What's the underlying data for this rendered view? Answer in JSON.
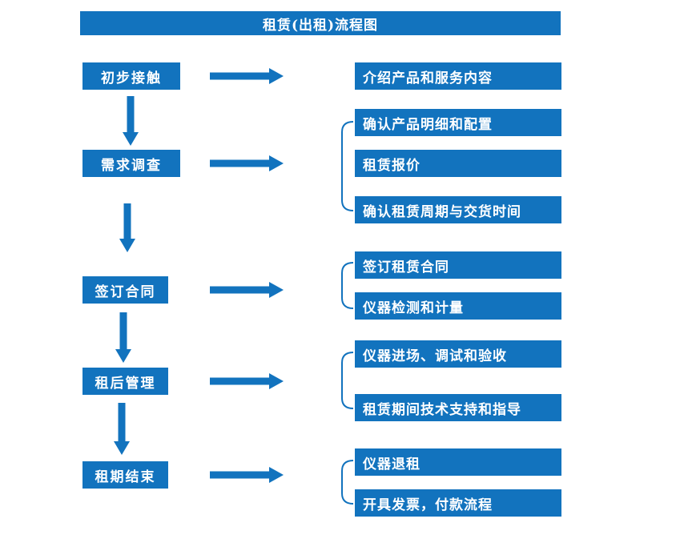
{
  "title": "租赁(出租)流程图",
  "colors": {
    "accent": "#1273BE",
    "box_text": "#FFFFFF",
    "background": "#FFFFFF"
  },
  "steps": [
    {
      "label": "初步接触",
      "details": [
        "介绍产品和服务内容"
      ]
    },
    {
      "label": "需求调查",
      "details": [
        "确认产品明细和配置",
        "租赁报价",
        "确认租赁周期与交货时间"
      ]
    },
    {
      "label": "签订合同",
      "details": [
        "签订租赁合同",
        "仪器检测和计量"
      ]
    },
    {
      "label": "租后管理",
      "details": [
        "仪器进场、调试和验收",
        "租赁期间技术支持和指导"
      ]
    },
    {
      "label": "租期结束",
      "details": [
        "仪器退租",
        "开具发票，付款流程"
      ]
    }
  ]
}
